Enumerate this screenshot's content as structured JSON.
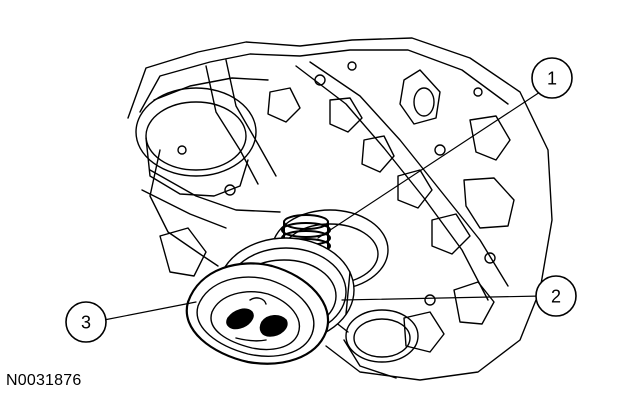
{
  "figure": {
    "id_label": "N0031876",
    "callouts": [
      {
        "number": "1"
      },
      {
        "number": "2"
      },
      {
        "number": "3"
      }
    ]
  }
}
